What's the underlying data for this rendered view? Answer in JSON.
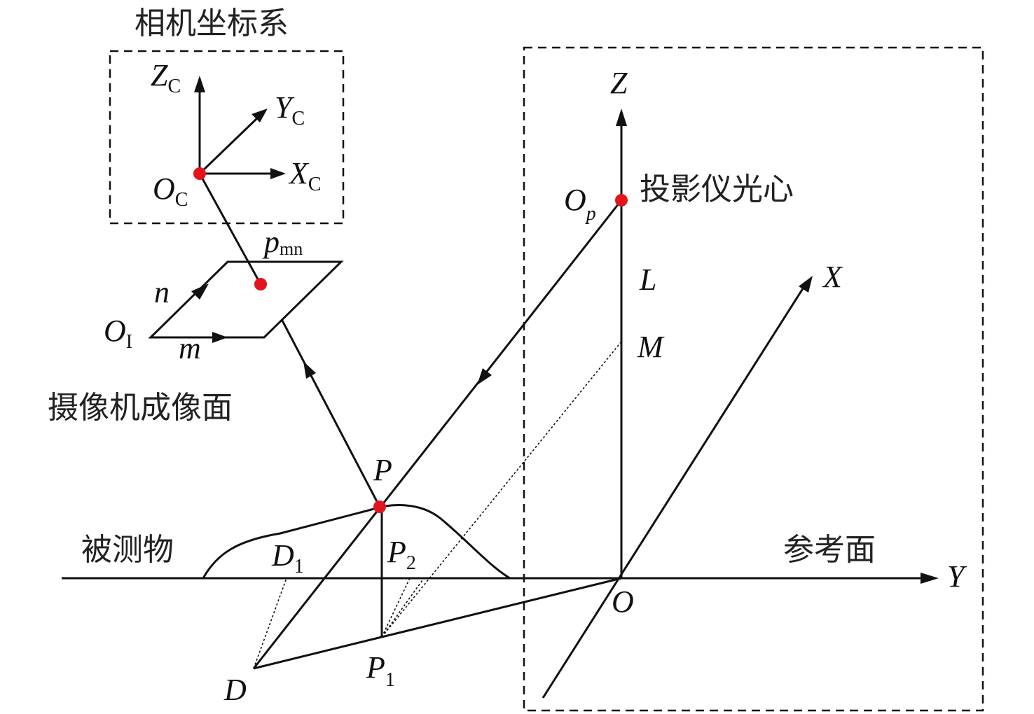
{
  "labels": {
    "camera_coord_title": "相机坐标系",
    "projector_center": "投影仪光心",
    "camera_image_plane": "摄像机成像面",
    "measured_object": "被测物",
    "reference_plane": "参考面"
  },
  "axes": {
    "zc": {
      "main": "Z",
      "sub": "C"
    },
    "yc": {
      "main": "Y",
      "sub": "C"
    },
    "xc": {
      "main": "X",
      "sub": "C"
    },
    "oc": {
      "main": "O",
      "sub": "C"
    },
    "z": "Z",
    "x": "X",
    "y": "Y",
    "o": "O"
  },
  "points": {
    "op": {
      "main": "O",
      "sub": "p"
    },
    "l": "L",
    "m_point": "M",
    "pmn": {
      "main": "p",
      "sub": "mn"
    },
    "n": "n",
    "m": "m",
    "oi": {
      "main": "O",
      "sub": "I"
    },
    "p": "P",
    "d1": {
      "main": "D",
      "sub": "1"
    },
    "p2": {
      "main": "P",
      "sub": "2"
    },
    "p1": {
      "main": "P",
      "sub": "1"
    },
    "d": "D"
  },
  "colors": {
    "marker": "#e3141c",
    "line": "#111111"
  }
}
